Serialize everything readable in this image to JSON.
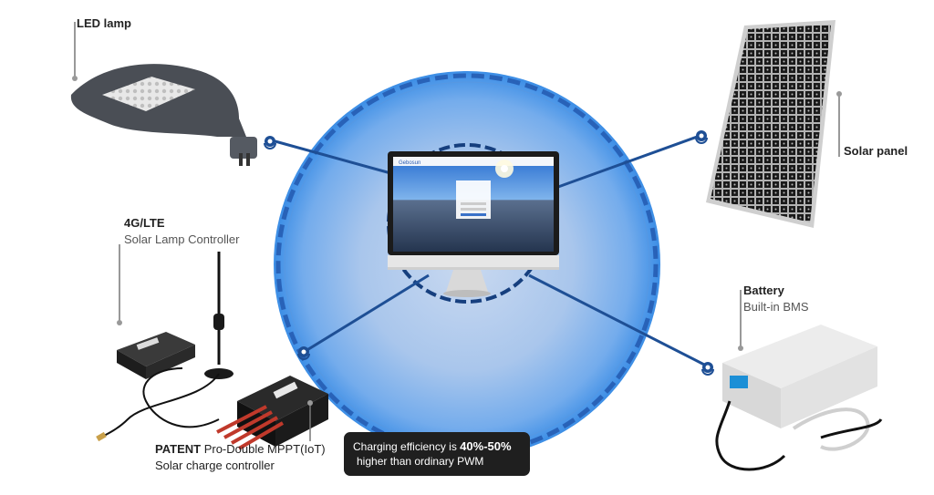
{
  "nodes": {
    "led_lamp": {
      "title": "LED lamp"
    },
    "controller_4g": {
      "title": "4G/LTE",
      "subtitle": "Solar Lamp Controller"
    },
    "solar_panel": {
      "title": "Solar panel"
    },
    "battery": {
      "title": "Battery",
      "subtitle": "Built-in BMS"
    },
    "mppt": {
      "prefix": "PATENT",
      "title": " Pro-Double MPPT(IoT)",
      "subtitle": "Solar charge controller"
    }
  },
  "callout": {
    "line1_prefix": "Charging efficiency is ",
    "line1_value": "40%-50%",
    "line2": "higher than ordinary PWM"
  },
  "monitor": {
    "brand": "Gebosun"
  },
  "colors": {
    "accent": "#1f5fa8",
    "circle_edge": "#2e6fc4",
    "callout_bg": "#1f1f1f"
  }
}
